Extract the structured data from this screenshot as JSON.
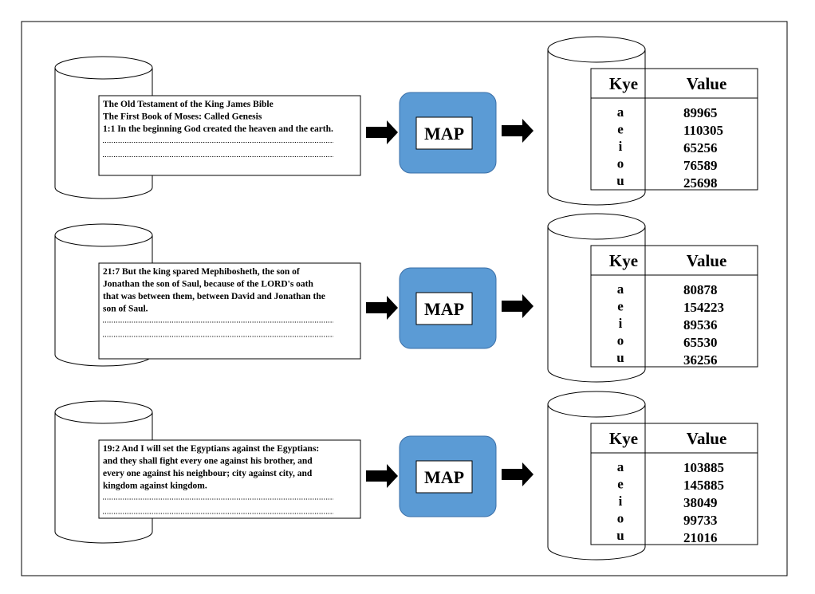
{
  "rows": [
    {
      "input_lines": [
        "The Old Testament of the King James Bible",
        "The First Book of Moses:  Called Genesis",
        "1:1 In the beginning God created the heaven and the earth."
      ],
      "map_label": "MAP",
      "table": {
        "key_header": "Kye",
        "value_header": "Value",
        "keys": [
          "a",
          "e",
          "i",
          "o",
          "u"
        ],
        "values": [
          "89965",
          "110305",
          "65256",
          "76589",
          "25698"
        ]
      }
    },
    {
      "input_lines": [
        "21:7 But the king spared Mephibosheth, the son of",
        "Jonathan the son of Saul, because of the LORD's oath",
        "that was between them, between David and Jonathan the",
        "son of Saul."
      ],
      "map_label": "MAP",
      "table": {
        "key_header": "Kye",
        "value_header": "Value",
        "keys": [
          "a",
          "e",
          "i",
          "o",
          "u"
        ],
        "values": [
          "80878",
          "154223",
          "89536",
          "65530",
          "36256"
        ]
      }
    },
    {
      "input_lines": [
        "19:2 And I will set the Egyptians against the Egyptians:",
        "and they shall fight every one against his brother, and",
        "every one against his neighbour; city against city, and",
        "kingdom against kingdom."
      ],
      "map_label": "MAP",
      "table": {
        "key_header": "Kye",
        "value_header": "Value",
        "keys": [
          "a",
          "e",
          "i",
          "o",
          "u"
        ],
        "values": [
          "103885",
          "145885",
          "38049",
          "99733",
          "21016"
        ]
      }
    }
  ],
  "colors": {
    "map_fill": "#5b9bd5",
    "stroke": "#000000",
    "background": "#ffffff"
  }
}
